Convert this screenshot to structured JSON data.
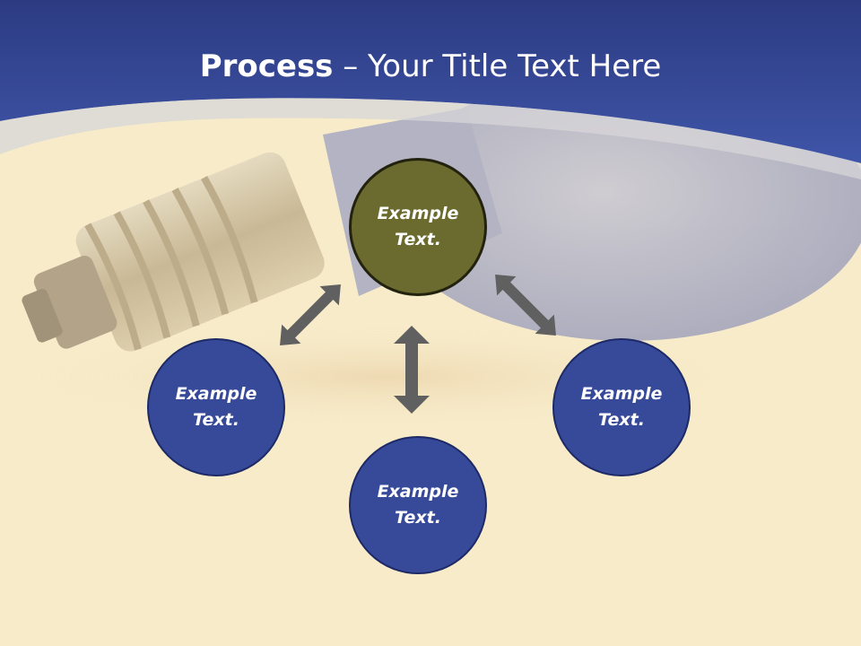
{
  "title": {
    "bold": "Process",
    "rest": " – Your Title Text Here"
  },
  "nodes": [
    {
      "label": "Example Text.",
      "fill": "#6b6a2f"
    },
    {
      "label": "Example Text.",
      "fill": "#374a9a"
    },
    {
      "label": "Example Text.",
      "fill": "#374a9a"
    },
    {
      "label": "Example Text.",
      "fill": "#374a9a"
    }
  ],
  "colors": {
    "header": "#3a4fa2",
    "background": "#f7ebc9",
    "arrow": "#606060"
  },
  "icons": {
    "background_image": "light-bulb-photo",
    "connector": "double-headed-arrow-icon"
  }
}
